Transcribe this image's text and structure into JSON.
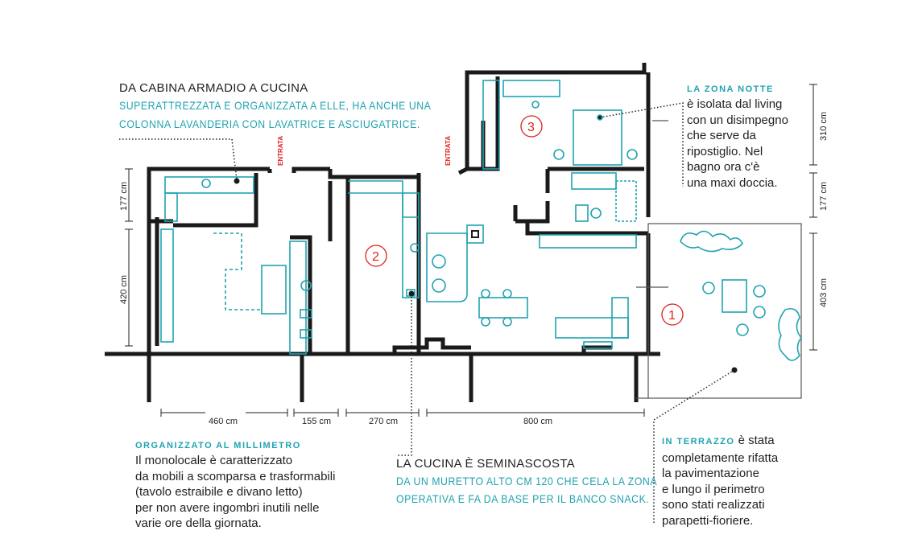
{
  "kitchen_note": {
    "title": "DA CABINA ARMADIO A CUCINA",
    "lines": [
      "SUPERATTREZZATA E ORGANIZZATA A ELLE, HA ANCHE UNA",
      "COLONNA LAVANDERIA CON LAVATRICE E ASCIUGATRICE."
    ]
  },
  "night_note": {
    "label": "LA ZONA NOTTE",
    "lines": [
      "è isolata dal living",
      "con un disimpegno",
      "che serve da",
      "ripostiglio. Nel",
      "bagno ora c'è",
      "una maxi doccia."
    ]
  },
  "studio_note": {
    "label": "ORGANIZZATO AL MILLIMETRO",
    "lines": [
      "Il monolocale è caratterizzato",
      "da mobili a scomparsa e trasformabili",
      "(tavolo estraibile e divano letto)",
      "per non avere ingombri inutili nelle",
      "varie ore della giornata."
    ]
  },
  "hidden_kitchen_note": {
    "title": "LA CUCINA È SEMINASCOSTA",
    "lines": [
      "DA UN MURETTO ALTO CM 120 CHE CELA LA ZONA",
      "OPERATIVA E FA DA BASE PER IL BANCO SNACK."
    ]
  },
  "terrace_note": {
    "label": "IN TERRAZZO",
    "first": "è stata",
    "lines": [
      "completamente rifatta",
      "la pavimentazione",
      "e lungo il perimetro",
      "sono stati realizzati",
      "parapetti-fioriere."
    ]
  },
  "plan": {
    "entrances": [
      "ENTRATA",
      "ENTRATA"
    ],
    "room_numbers": [
      "1",
      "2",
      "3"
    ],
    "dimensions": {
      "left": [
        "177 cm",
        "420 cm"
      ],
      "right": [
        "310 cm",
        "177 cm",
        "403 cm"
      ],
      "bottom": [
        "460 cm",
        "155 cm",
        "270 cm",
        "800 cm"
      ]
    },
    "colors": {
      "wall": "#1a1a1a",
      "furniture": "#1fa3b0",
      "marker": "#d22222"
    }
  }
}
